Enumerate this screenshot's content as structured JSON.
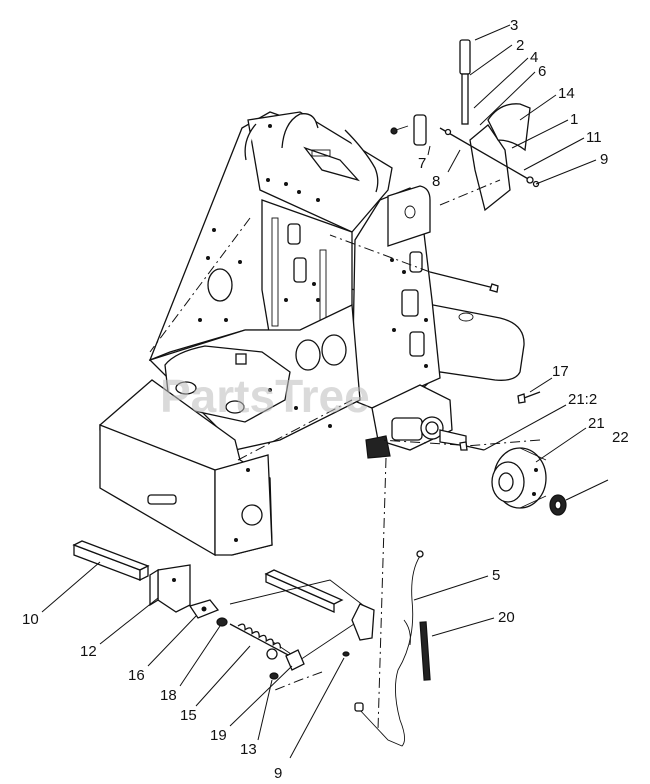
{
  "watermark": "PartsTree",
  "callouts": [
    {
      "id": "c3",
      "label": "3"
    },
    {
      "id": "c2",
      "label": "2"
    },
    {
      "id": "c4",
      "label": "4"
    },
    {
      "id": "c6",
      "label": "6"
    },
    {
      "id": "c14",
      "label": "14"
    },
    {
      "id": "c1",
      "label": "1"
    },
    {
      "id": "c11",
      "label": "11"
    },
    {
      "id": "c9a",
      "label": "9"
    },
    {
      "id": "c7",
      "label": "7"
    },
    {
      "id": "c8",
      "label": "8"
    },
    {
      "id": "c17",
      "label": "17"
    },
    {
      "id": "c21_2",
      "label": "21:2"
    },
    {
      "id": "c21",
      "label": "21"
    },
    {
      "id": "c22",
      "label": "22"
    },
    {
      "id": "c5",
      "label": "5"
    },
    {
      "id": "c20",
      "label": "20"
    },
    {
      "id": "c10",
      "label": "10"
    },
    {
      "id": "c12",
      "label": "12"
    },
    {
      "id": "c16",
      "label": "16"
    },
    {
      "id": "c18",
      "label": "18"
    },
    {
      "id": "c15",
      "label": "15"
    },
    {
      "id": "c19",
      "label": "19"
    },
    {
      "id": "c13",
      "label": "13"
    },
    {
      "id": "c9b",
      "label": "9"
    }
  ]
}
